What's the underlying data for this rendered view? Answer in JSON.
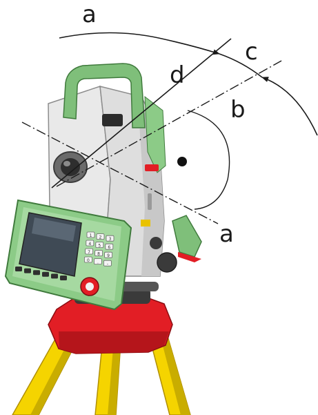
{
  "labels": {
    "a_top": "a",
    "a_bottom": "a",
    "b": "b",
    "c": "c",
    "d": "d"
  },
  "keypad_keys": [
    "1",
    "2",
    "3",
    "4",
    "5",
    "6",
    "7",
    "8",
    "9",
    "0",
    ".",
    "-"
  ],
  "colors": {
    "instrument_green": "#7fbf7a",
    "instrument_grey": "#e6e6e6",
    "screen": "#3f4a55",
    "tribrach_red": "#e21e25",
    "tripod_yellow": "#f5d400",
    "lines": "#1a1a1a"
  }
}
